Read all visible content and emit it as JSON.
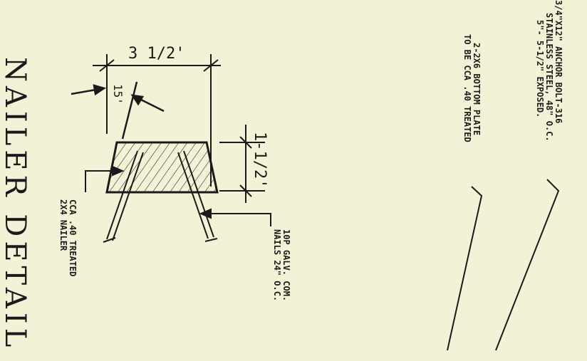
{
  "drawing": {
    "title": "NAILER DETAIL",
    "dimensions": {
      "width": "3 1/2'",
      "angle": "15'",
      "height": "1-1/2'"
    },
    "callouts": {
      "nailer_line1": "CCA .40 TREATED",
      "nailer_line2": "2X4 NAILER",
      "nails_line1": "10P GALV. COM.",
      "nails_line2": "NAILS 24\" O.C.",
      "plate_line1": "2-2X6 BOTTOM PLATE",
      "plate_line2": "TO BE CCA .40 TREATED",
      "bolt_line1": "3/4\"X12\" ANCHOR BOLT-316",
      "bolt_line2": "STAINLESS STEEL, 48\" O.C.",
      "bolt_line3": "5\"- 5-1/2\" EXPOSED."
    }
  },
  "colors": {
    "paper": "#f4f2d6",
    "ink": "#1a1a1a"
  }
}
